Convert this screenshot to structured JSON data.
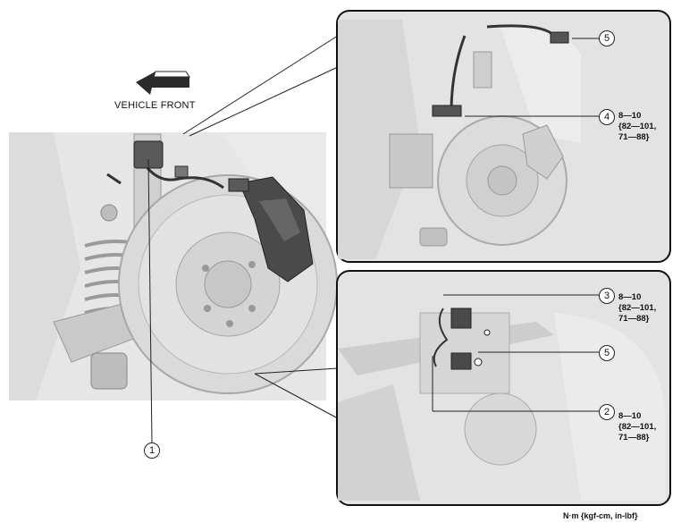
{
  "labels": {
    "vehicle_front": "VEHICLE FRONT",
    "units_note": "N·m {kgf-cm, in-lbf}"
  },
  "callouts": {
    "c1": "1",
    "c2": "2",
    "c3": "3",
    "c4": "4",
    "c5_top": "5",
    "c5_bottom": "5"
  },
  "torque_specs": {
    "t4": "8—10\n{82—101,\n71—88}",
    "t3": "8—10\n{82—101,\n71—88}",
    "t2": "8—10\n{82—101,\n71—88}"
  },
  "colors": {
    "background_gray": "#e4e4e4",
    "caliper_dark": "#4a4a4a",
    "outline": "#222222"
  }
}
